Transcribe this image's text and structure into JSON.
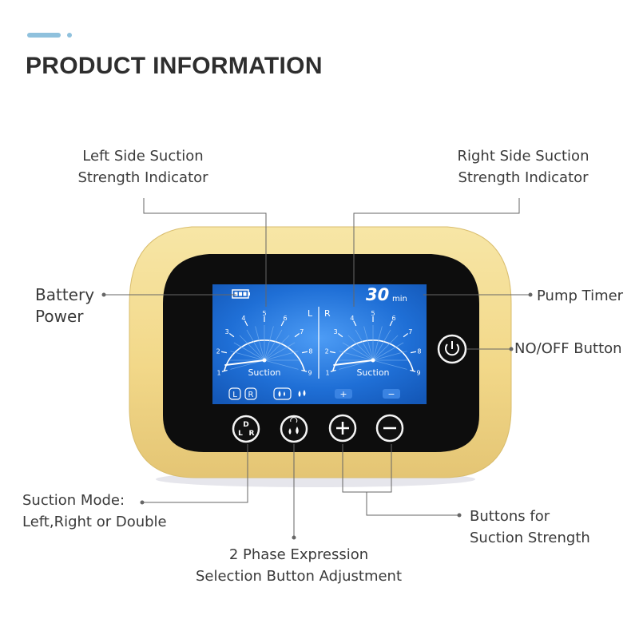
{
  "header": {
    "title": "PRODUCT INFORMATION"
  },
  "callouts": {
    "left_indicator": [
      "Left Side Suction",
      "Strength Indicator"
    ],
    "right_indicator": [
      "Right Side Suction",
      "Strength Indicator"
    ],
    "battery": [
      "Battery",
      "Power"
    ],
    "timer": "Pump Timer",
    "power_button": "NO/OFF Button",
    "suction_mode": [
      "Suction Mode:",
      "Left,Right or Double"
    ],
    "phase": [
      "2 Phase Expression",
      "Selection Button Adjustment"
    ],
    "strength_buttons": [
      "Buttons for",
      "Suction Strength"
    ]
  },
  "screen": {
    "timer_value": "30",
    "timer_unit": "min",
    "left_gauge": {
      "side": "L",
      "label": "Suction",
      "ticks": [
        "1",
        "2",
        "3",
        "4",
        "5",
        "6",
        "7",
        "8",
        "9"
      ]
    },
    "right_gauge": {
      "side": "R",
      "label": "Suction",
      "ticks": [
        "1",
        "2",
        "3",
        "4",
        "5",
        "6",
        "7",
        "8",
        "9"
      ]
    },
    "mode_left": "L",
    "mode_right": "R",
    "plus": "+",
    "minus": "−"
  },
  "buttons": {
    "mode": {
      "top": "D",
      "left": "L",
      "right": "R"
    },
    "plus": "+",
    "minus": "−"
  },
  "colors": {
    "shell": "#f3dc92",
    "bezel": "#0c0c0c",
    "screen": "#1f6fd6",
    "screen_text": "#ffffff",
    "leader_line": "#555555"
  }
}
